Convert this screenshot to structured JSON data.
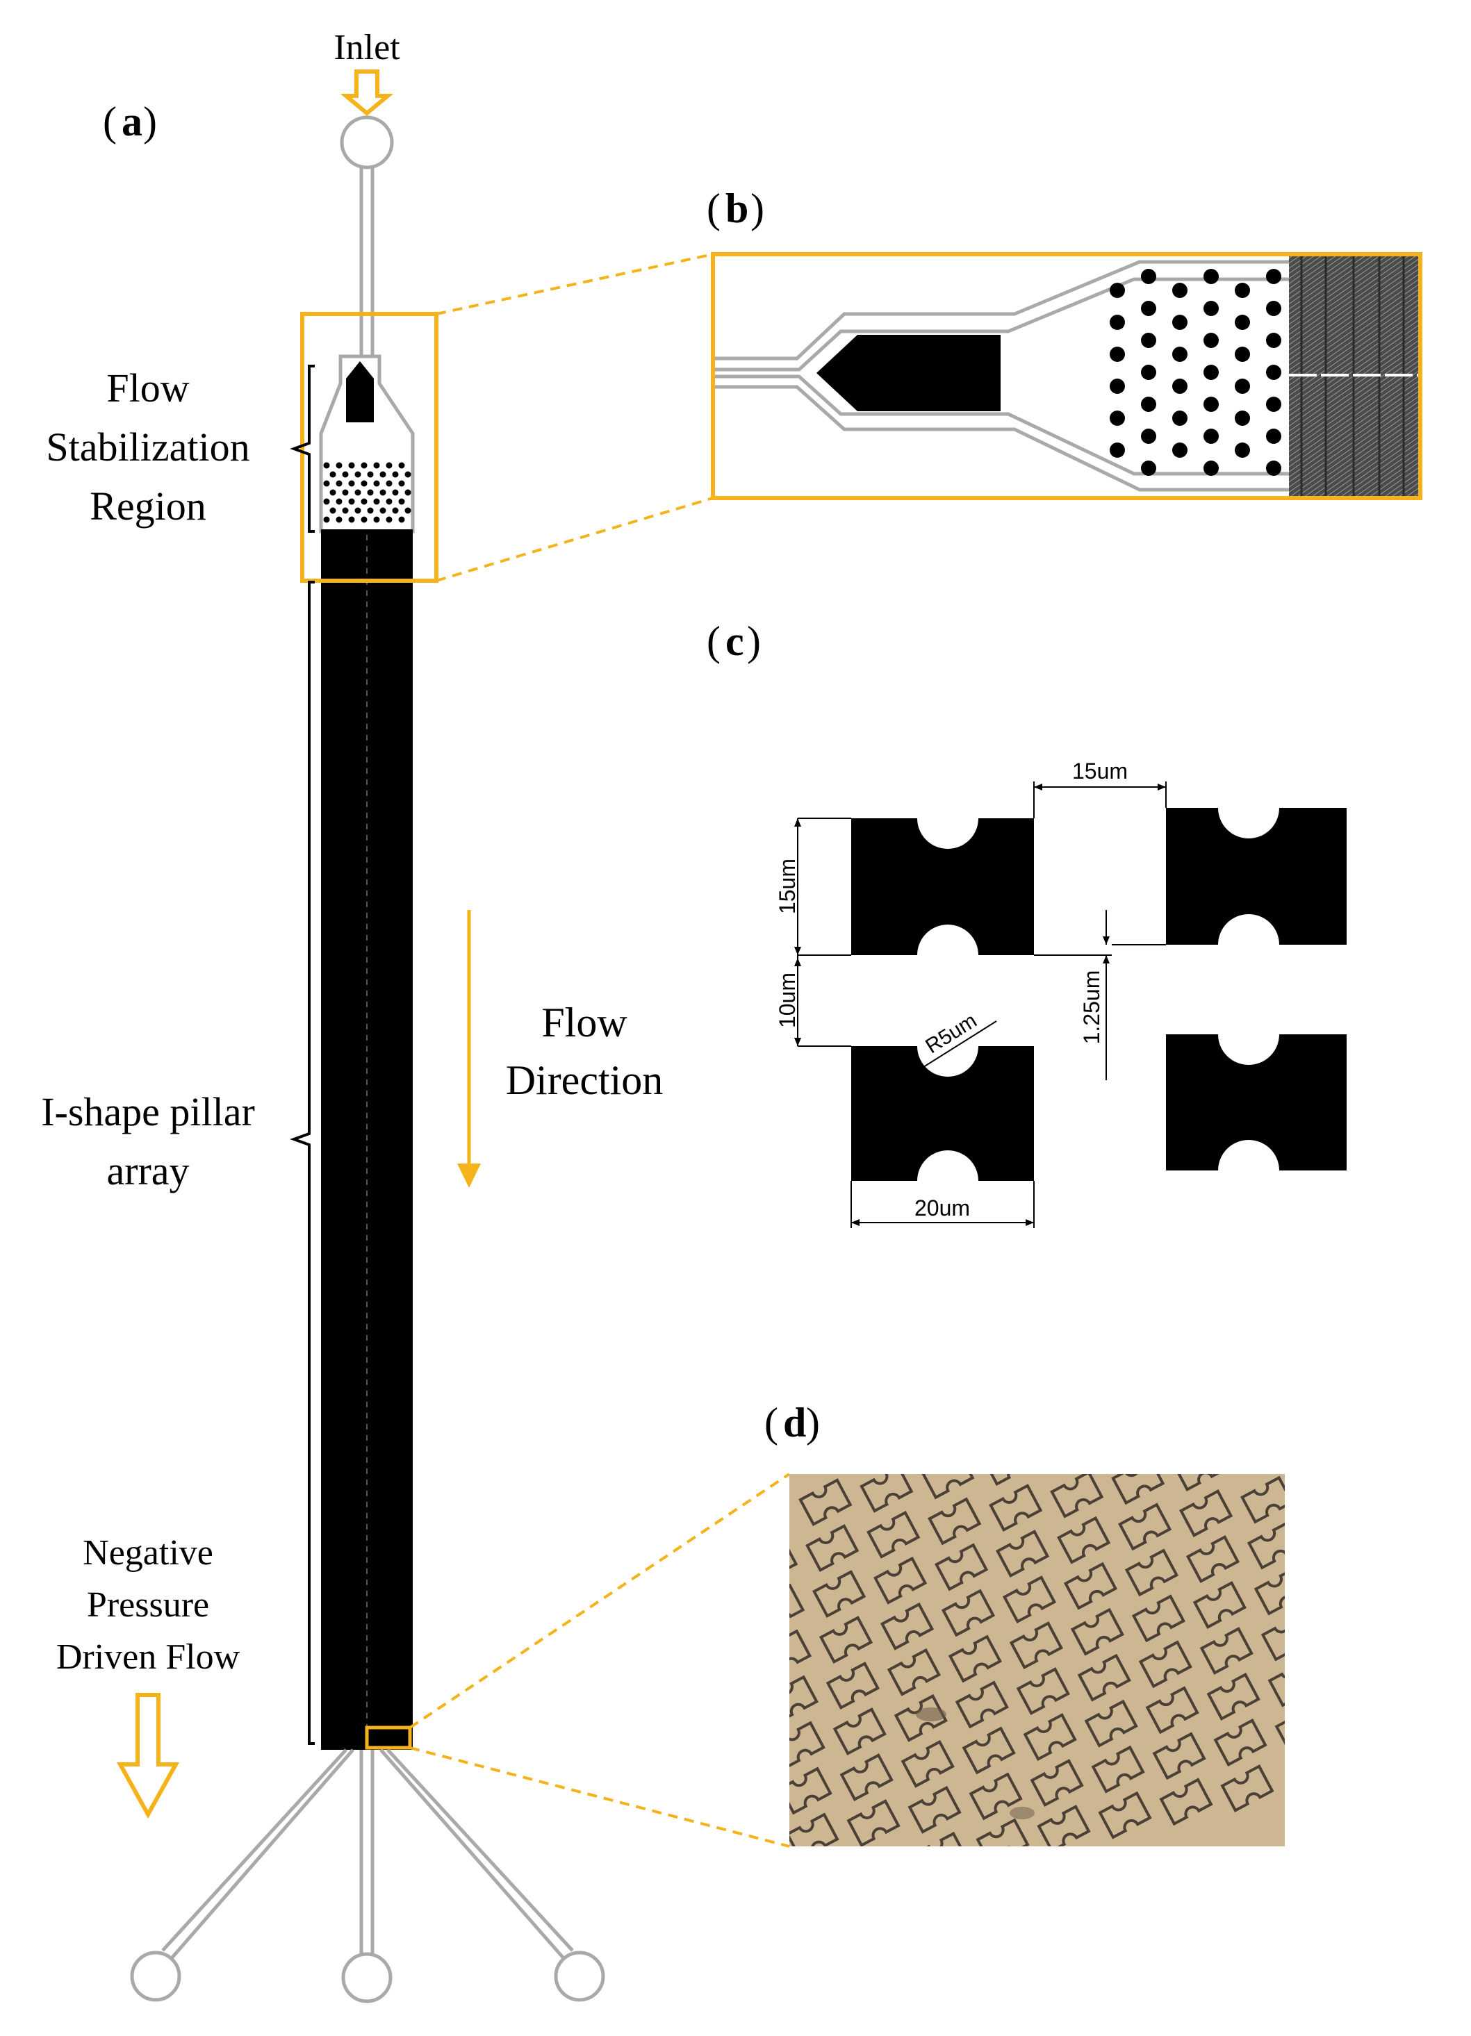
{
  "panel_a": {
    "label_open": "(",
    "label_letter": "a",
    "label_close": ")",
    "inlet": "Inlet",
    "flow_stabilization": [
      "Flow",
      "Stabilization",
      "Region"
    ],
    "pillar_array": [
      "I-shape pillar",
      "array"
    ],
    "flow_direction": [
      "Flow",
      "Direction"
    ],
    "negative_pressure": [
      "Negative",
      "Pressure",
      "Driven Flow"
    ]
  },
  "panel_b": {
    "label_open": "(",
    "label_letter": "b",
    "label_close": ")"
  },
  "panel_c": {
    "label_open": "(",
    "label_letter": "c",
    "label_close": ")",
    "dim_top": "15um",
    "dim_height": "15um",
    "dim_gap": "10um",
    "dim_radius": "R5um",
    "dim_offset": "1.25um",
    "dim_width": "20um"
  },
  "panel_d": {
    "label_open": "(",
    "label_letter": "d",
    "label_close": ")"
  },
  "colors": {
    "accent": "#f5b21a",
    "channel": "#a9a9a9",
    "pillar": "#000000",
    "micrograph_bg": "#c7b08b",
    "micrograph_stroke": "#4a4035"
  },
  "icons": [
    "down-arrow-icon",
    "hollow-arrow-icon"
  ]
}
